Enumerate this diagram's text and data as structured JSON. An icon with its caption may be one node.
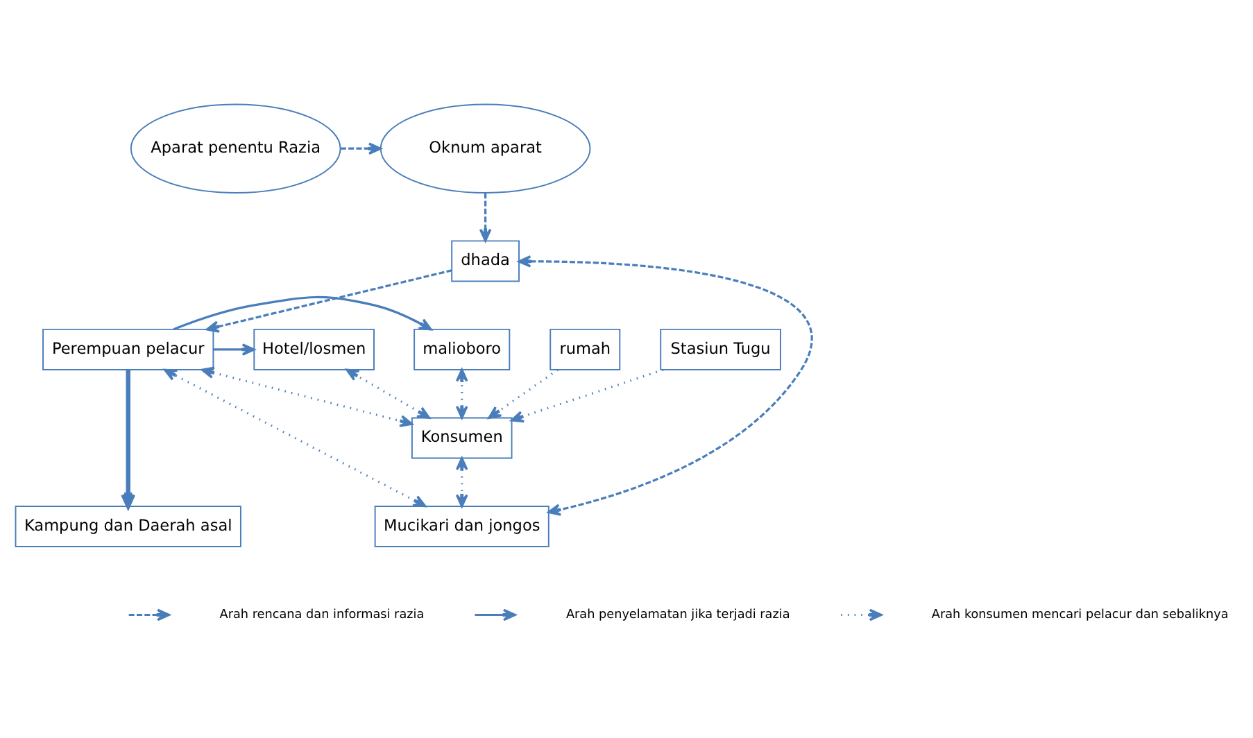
{
  "diagram": {
    "nodes": [
      {
        "text": [
          "Oknum aparat"
        ]
      },
      {
        "text": [
          "Aparat penentu Razia"
        ]
      },
      {
        "text": [
          "dhada"
        ]
      },
      {
        "text": [
          "Konsumen"
        ]
      },
      {
        "text": [
          "rumah"
        ]
      },
      {
        "text": [
          "Perempuan pelacur"
        ]
      },
      {
        "text": [
          "malioboro"
        ]
      },
      {
        "text": [
          "Hotel/losmen"
        ]
      },
      {
        "text": [
          "Stasiun Tugu"
        ]
      },
      {
        "text": [
          "Mucikari dan jongos"
        ]
      },
      {
        "text": [
          "Kampung dan Daerah asal"
        ]
      }
    ],
    "edges": [
      {
        "from": 1,
        "to": 0,
        "arrow": "to",
        "style": "dashed"
      },
      {
        "from": 0,
        "to": 2,
        "arrow": "to",
        "style": "dashed"
      },
      {
        "from": 2,
        "to": 5,
        "arrow": "to",
        "style": "dashed"
      },
      {
        "from": 2,
        "to": 9,
        "arrow": "both",
        "style": "dashed"
      },
      {
        "from": 5,
        "to": 3,
        "arrow": "both",
        "style": "dashed"
      },
      {
        "from": 5,
        "to": 6,
        "arrow": "to"
      },
      {
        "from": 5,
        "to": 7,
        "arrow": "to"
      },
      {
        "from": 5,
        "to": 10,
        "arrow": "to",
        "style": "thick"
      },
      {
        "from": 9,
        "to": 5,
        "arrow": "both",
        "style": "dashed"
      },
      {
        "from": 3,
        "to": 9,
        "arrow": "both",
        "style": "dashed"
      },
      {
        "from": 4,
        "to": 3,
        "arrow": "to",
        "style": "dashed"
      },
      {
        "from": 3,
        "to": 6,
        "arrow": "both",
        "style": "dashed"
      },
      {
        "from": 3,
        "to": 7,
        "arrow": "both",
        "style": "dashed"
      },
      {
        "from": 8,
        "to": 3,
        "arrow": "to",
        "style": "dashed"
      }
    ],
    "legend": [
      {
        "text": "Arah rencana dan informasi razia"
      },
      {
        "text": "Arah penyelamatan jika terjadi razia"
      },
      {
        "text": "Arah konsumen mencari pelacur dan sebaliknya"
      }
    ]
  }
}
